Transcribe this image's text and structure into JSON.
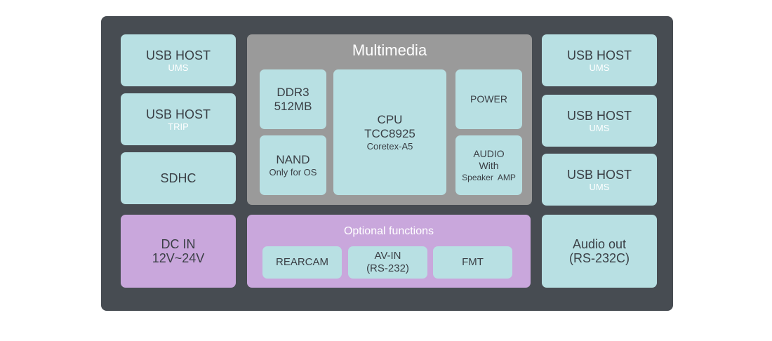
{
  "left": [
    {
      "title": "USB HOST",
      "sub": "UMS"
    },
    {
      "title": "USB HOST",
      "sub": "TRIP"
    },
    {
      "title": "SDHC",
      "sub": ""
    }
  ],
  "right": [
    {
      "title": "USB HOST",
      "sub": "UMS"
    },
    {
      "title": "USB HOST",
      "sub": "UMS"
    },
    {
      "title": "USB HOST",
      "sub": "UMS"
    }
  ],
  "multimedia": {
    "title": "Multimedia",
    "ddr": {
      "line1": "DDR3",
      "line2": "512MB"
    },
    "nand": {
      "line1": "NAND",
      "line2": "Only for OS"
    },
    "cpu": {
      "line1": "CPU",
      "line2": "TCC8925",
      "line3": "Coretex-A5"
    },
    "power": {
      "line1": "POWER"
    },
    "audio": {
      "line1": "AUDIO",
      "line2": "With",
      "line3": "Speaker  AMP"
    }
  },
  "dc_in": {
    "line1": "DC IN",
    "line2": "12V~24V"
  },
  "optional": {
    "title": "Optional functions",
    "items": [
      {
        "line1": "REARCAM",
        "line2": ""
      },
      {
        "line1": "AV-IN",
        "line2": "(RS-232)"
      },
      {
        "line1": "FMT",
        "line2": ""
      }
    ]
  },
  "audio_out": {
    "line1": "Audio out",
    "line2": "(RS-232C)"
  },
  "colors": {
    "frame": "#474c52",
    "teal": "#b8e0e3",
    "purple": "#c9a7dc",
    "gray": "#9a9a9a"
  }
}
